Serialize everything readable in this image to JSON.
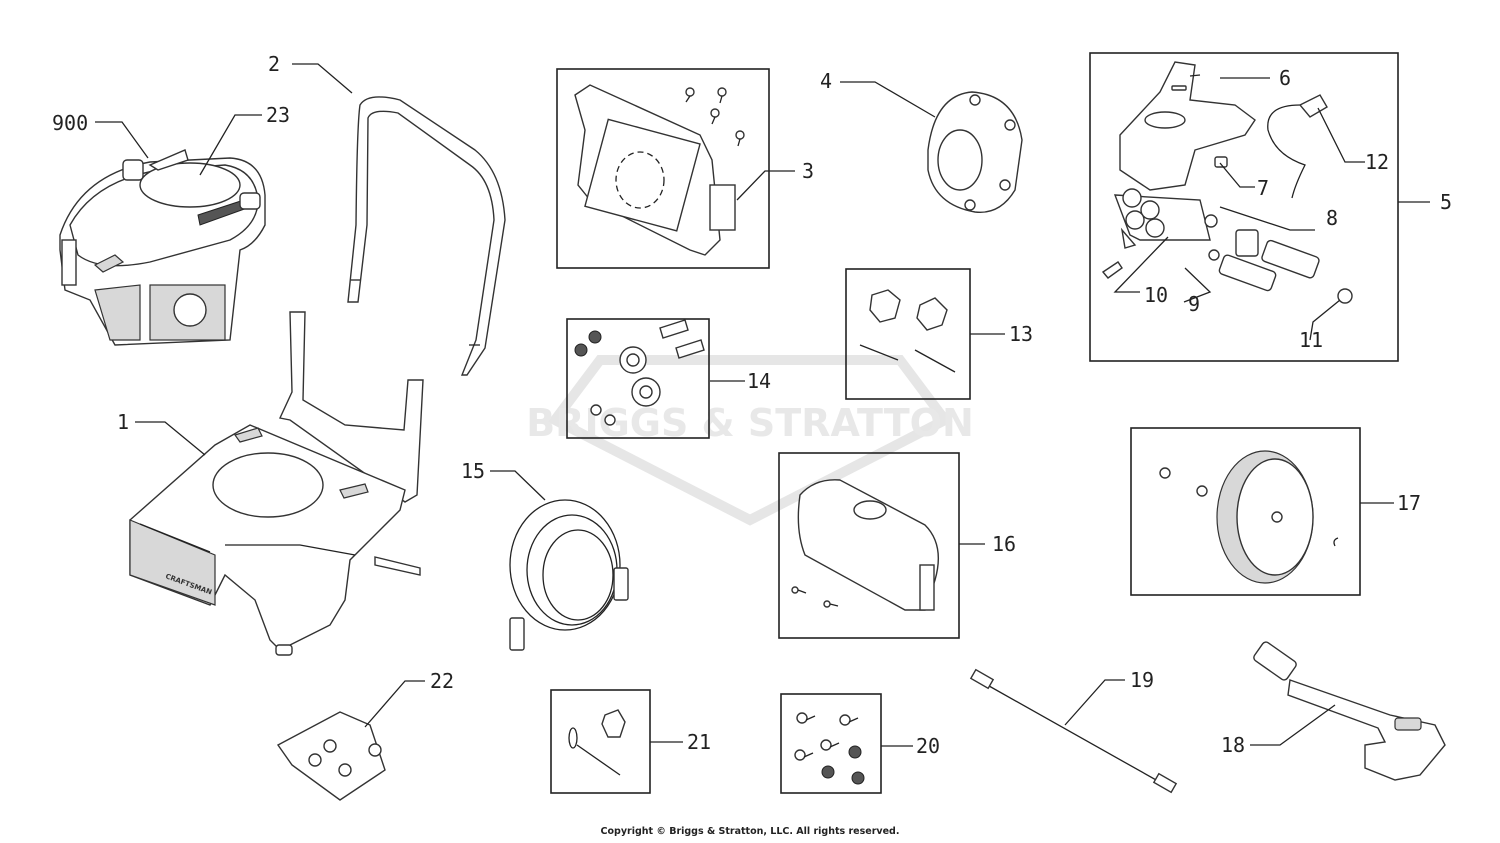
{
  "watermark": "BRIGGS & STRATTON",
  "copyright": "Copyright © Briggs & Stratton, LLC. All rights reserved.",
  "callouts": [
    "900",
    "23",
    "2",
    "3",
    "4",
    "6",
    "12",
    "7",
    "5",
    "8",
    "10",
    "9",
    "11",
    "1",
    "14",
    "13",
    "15",
    "16",
    "17",
    "22",
    "21",
    "20",
    "19",
    "18"
  ],
  "frame_brand": "CRAFTSMAN"
}
